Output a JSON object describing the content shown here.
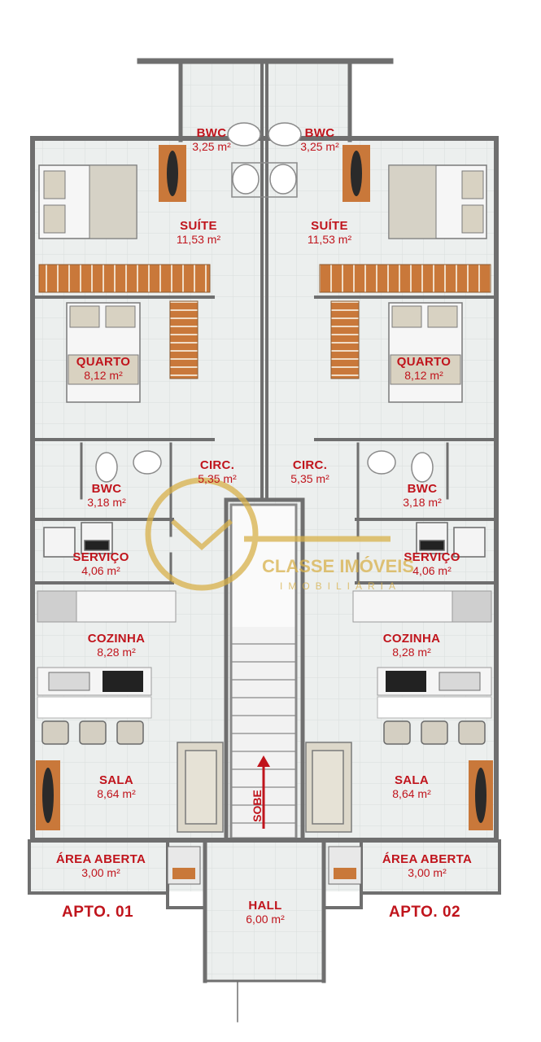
{
  "rooms": {
    "bwc_top_left": {
      "name": "BWC",
      "area": "3,25 m²"
    },
    "bwc_top_right": {
      "name": "BWC",
      "area": "3,25 m²"
    },
    "suite_left": {
      "name": "SUÍTE",
      "area": "11,53 m²"
    },
    "suite_right": {
      "name": "SUÍTE",
      "area": "11,53 m²"
    },
    "quarto_left": {
      "name": "QUARTO",
      "area": "8,12 m²"
    },
    "quarto_right": {
      "name": "QUARTO",
      "area": "8,12 m²"
    },
    "circ_left": {
      "name": "CIRC.",
      "area": "5,35 m²"
    },
    "circ_right": {
      "name": "CIRC.",
      "area": "5,35 m²"
    },
    "bwc_mid_left": {
      "name": "BWC",
      "area": "3,18 m²"
    },
    "bwc_mid_right": {
      "name": "BWC",
      "area": "3,18 m²"
    },
    "servico_left": {
      "name": "SERVIÇO",
      "area": "4,06 m²"
    },
    "servico_right": {
      "name": "SERVIÇO",
      "area": "4,06 m²"
    },
    "cozinha_left": {
      "name": "COZINHA",
      "area": "8,28 m²"
    },
    "cozinha_right": {
      "name": "COZINHA",
      "area": "8,28 m²"
    },
    "sala_left": {
      "name": "SALA",
      "area": "8,64 m²"
    },
    "sala_right": {
      "name": "SALA",
      "area": "8,64 m²"
    },
    "area_aberta_left": {
      "name": "ÁREA ABERTA",
      "area": "3,00 m²"
    },
    "area_aberta_right": {
      "name": "ÁREA ABERTA",
      "area": "3,00 m²"
    },
    "hall": {
      "name": "HALL",
      "area": "6,00 m²"
    }
  },
  "apartments": {
    "left": "APTO. 01",
    "right": "APTO. 02"
  },
  "stairs_label": "SOBE",
  "watermark": {
    "brand": "CLASSE IMÓVEIS",
    "sub": "IMOBILIÁRIA"
  },
  "colors": {
    "label": "#c0141c",
    "wall": "#707070",
    "floor": "#ecefee",
    "wood": "#c9783a",
    "watermark": "#d8b14a"
  }
}
